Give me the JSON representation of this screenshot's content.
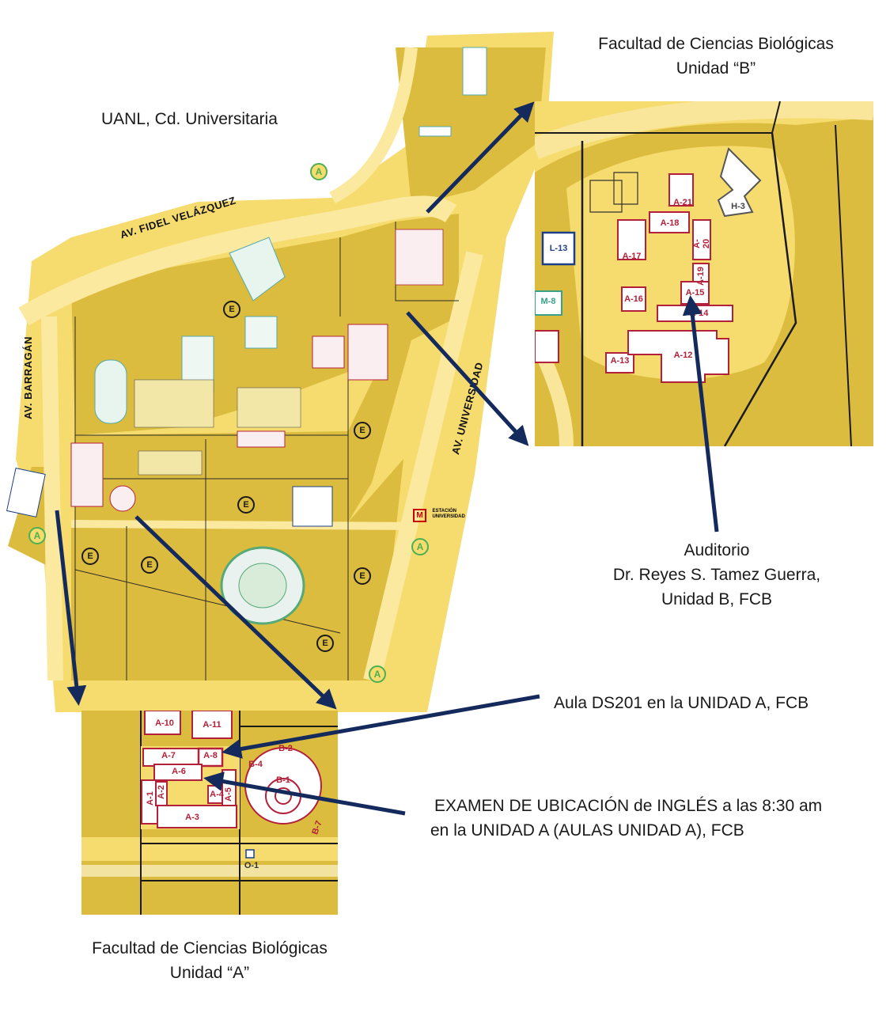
{
  "captions": {
    "campus": "UANL, Cd. Universitaria",
    "unit_b_line1": "Facultad de Ciencias Biológicas",
    "unit_b_line2": "Unidad “B”",
    "auditorio_line1": "Auditorio",
    "auditorio_line2": "Dr. Reyes S. Tamez Guerra,",
    "auditorio_line3": "Unidad B, FCB",
    "aula": "Aula DS201 en la UNIDAD A, FCB",
    "examen_line1": "EXAMEN DE UBICACIÓN de INGLÉS a las 8:30 am",
    "examen_line2": "en la UNIDAD A (AULAS UNIDAD A), FCB",
    "unit_a_line1": "Facultad de Ciencias Biológicas",
    "unit_a_line2": "Unidad “A”"
  },
  "roads": {
    "fidel": "AV. FIDEL VELÁZQUEZ",
    "barragan": "AV. BARRAGÁN",
    "universidad": "AV. UNIVERSIDAD"
  },
  "station": {
    "letter": "M",
    "line1": "ESTACIÓN",
    "line2": "UNIVERSIDAD"
  },
  "badges": {
    "access": "A",
    "parking": "E"
  },
  "unit_b_buildings": [
    "A-21",
    "A-18",
    "A-20",
    "A-17",
    "A-19",
    "A-16",
    "A-15",
    "A-14",
    "A-13",
    "A-12",
    "H-3",
    "L-13",
    "M-8"
  ],
  "unit_a_buildings": [
    "A-10",
    "A-11",
    "A-7",
    "A-8",
    "A-6",
    "A-1",
    "A-2",
    "A-4",
    "A-5",
    "A-3",
    "B-1",
    "B-2",
    "B-4",
    "B-7",
    "O-1"
  ],
  "colors": {
    "map_fill": "#f6dc6e",
    "block_fill": "#dcbc3e",
    "arrow": "#142a5c",
    "faculty_red": "#b3203a",
    "access_green": "#4caf50"
  }
}
